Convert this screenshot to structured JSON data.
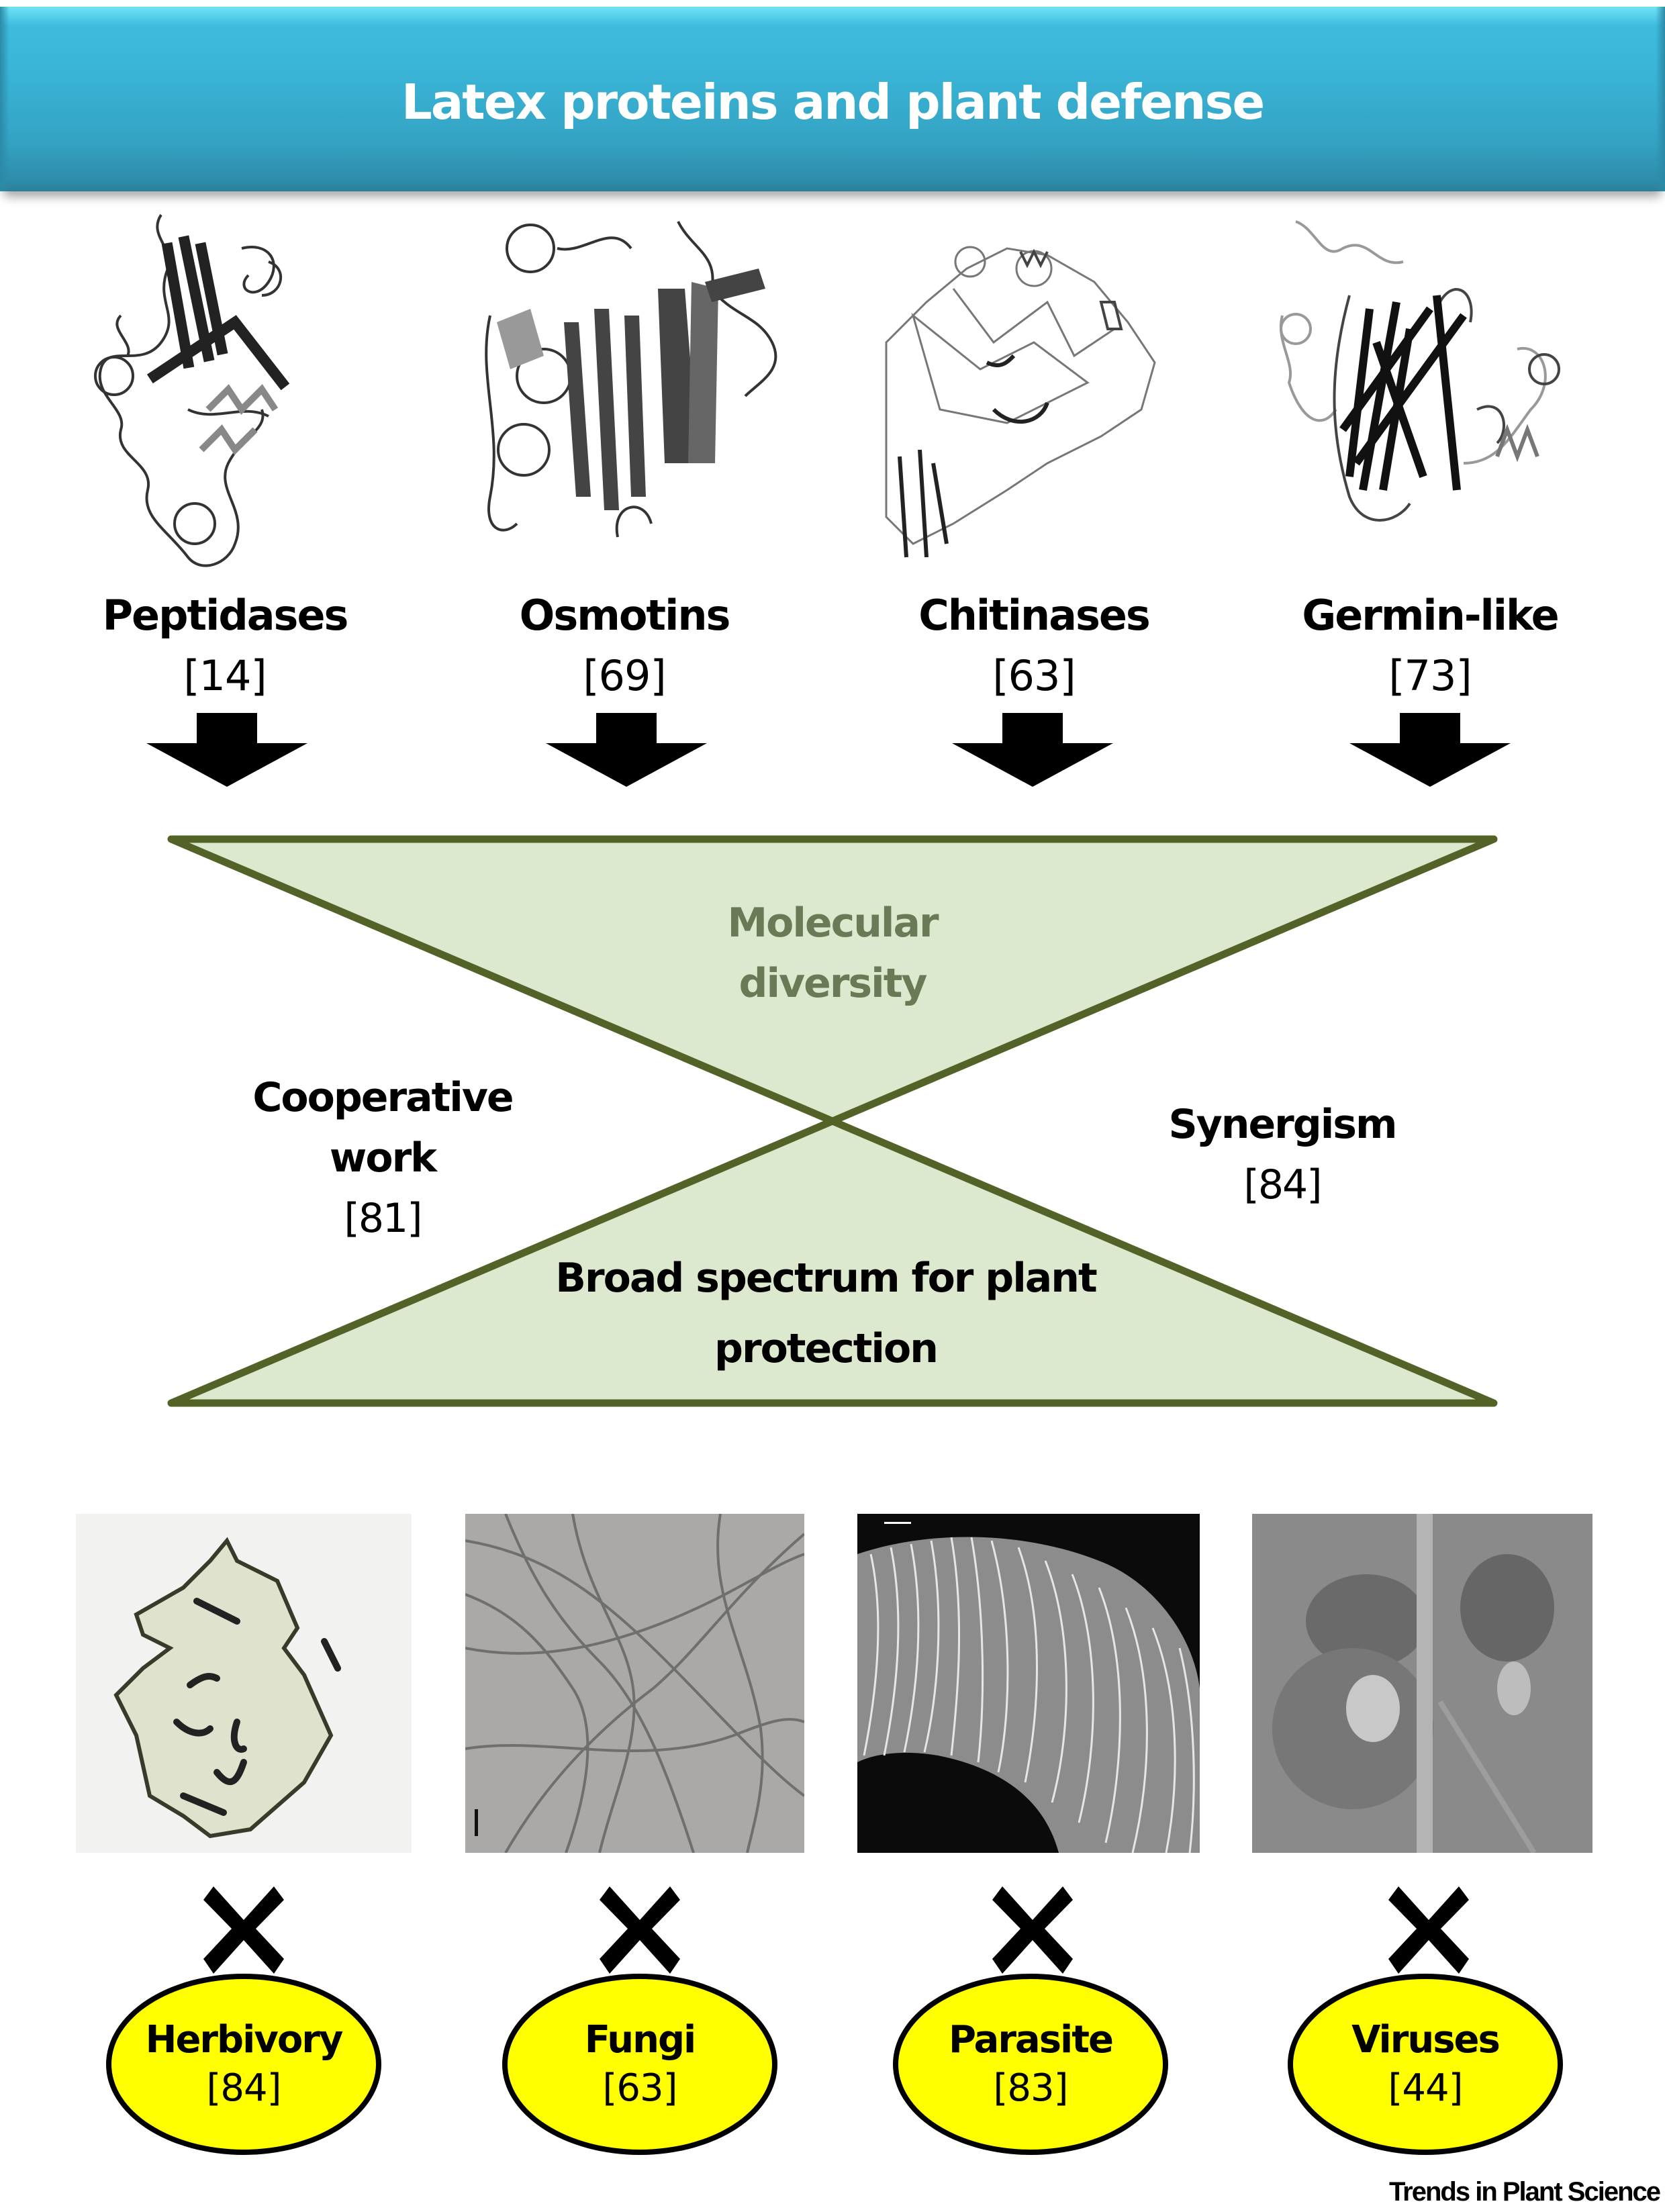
{
  "header": {
    "title": "Latex proteins and plant defense"
  },
  "proteins": [
    {
      "name": "Peptidases",
      "ref": "[14]",
      "icon": "protein-structure-icon"
    },
    {
      "name": "Osmotins",
      "ref": "[69]",
      "icon": "protein-structure-icon"
    },
    {
      "name": "Chitinases",
      "ref": "[63]",
      "icon": "protein-structure-icon"
    },
    {
      "name": "Germin-like",
      "ref": "[73]",
      "icon": "protein-structure-icon"
    }
  ],
  "hourglass": {
    "top_label": {
      "line1": "Molecular",
      "line2": "diversity"
    },
    "left_label": {
      "line1": "Cooperative",
      "line2": "work",
      "ref": "[81]"
    },
    "right_label": {
      "line1": "Synergism",
      "ref": "[84]"
    },
    "bottom_label": {
      "line1": "Broad spectrum for plant",
      "line2": "protection"
    },
    "fill_color": "#dde9cf",
    "stroke_color": "#536328",
    "top_text_color": "#6b7a56"
  },
  "threats": [
    {
      "name": "Herbivory",
      "ref": "[84]",
      "image": "leaf-with-caterpillars"
    },
    {
      "name": "Fungi",
      "ref": "[63]",
      "image": "fungal-hyphae-micrograph"
    },
    {
      "name": "Parasite",
      "ref": "[83]",
      "image": "nematode-sem-micrograph"
    },
    {
      "name": "Viruses",
      "ref": "[44]",
      "image": "viral-leaf-lesion"
    }
  ],
  "colors": {
    "header": "#3ab5d8",
    "oval_fill": "#ffff00",
    "arrow": "#000000"
  },
  "footer": {
    "journal": "Trends in Plant Science"
  }
}
